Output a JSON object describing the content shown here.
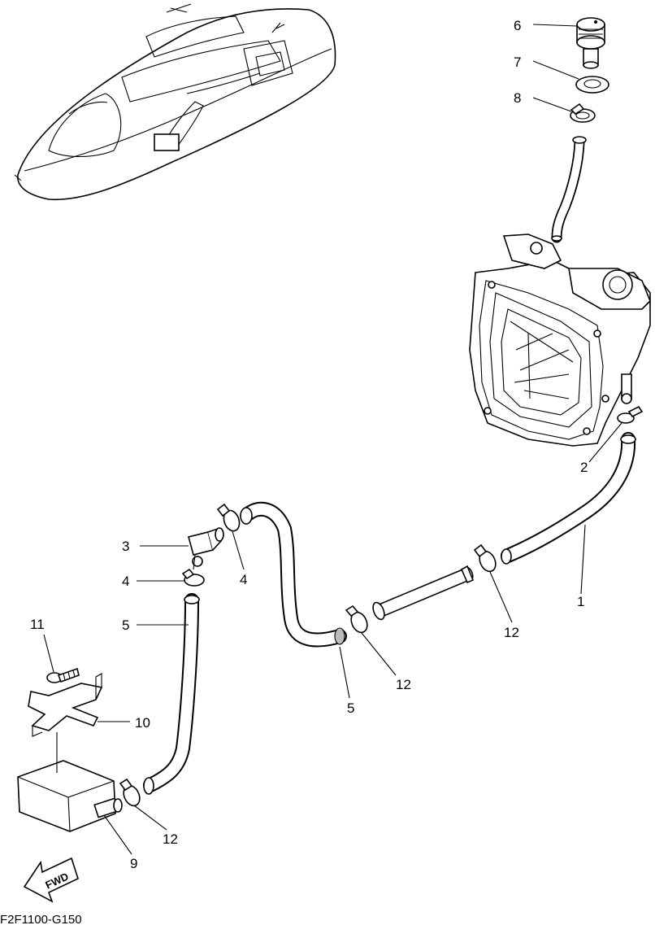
{
  "diagram": {
    "drawing_code": "F2F1100-G150",
    "direction_label": "FWD",
    "callouts": [
      {
        "id": "c1",
        "text": "1"
      },
      {
        "id": "c2",
        "text": "2"
      },
      {
        "id": "c3",
        "text": "3"
      },
      {
        "id": "c4a",
        "text": "4"
      },
      {
        "id": "c4b",
        "text": "4"
      },
      {
        "id": "c5a",
        "text": "5"
      },
      {
        "id": "c5b",
        "text": "5"
      },
      {
        "id": "c6",
        "text": "6"
      },
      {
        "id": "c7",
        "text": "7"
      },
      {
        "id": "c8",
        "text": "8"
      },
      {
        "id": "c9",
        "text": "9"
      },
      {
        "id": "c10",
        "text": "10"
      },
      {
        "id": "c11",
        "text": "11"
      },
      {
        "id": "c12a",
        "text": "12"
      },
      {
        "id": "c12b",
        "text": "12"
      },
      {
        "id": "c12c",
        "text": "12"
      }
    ]
  }
}
